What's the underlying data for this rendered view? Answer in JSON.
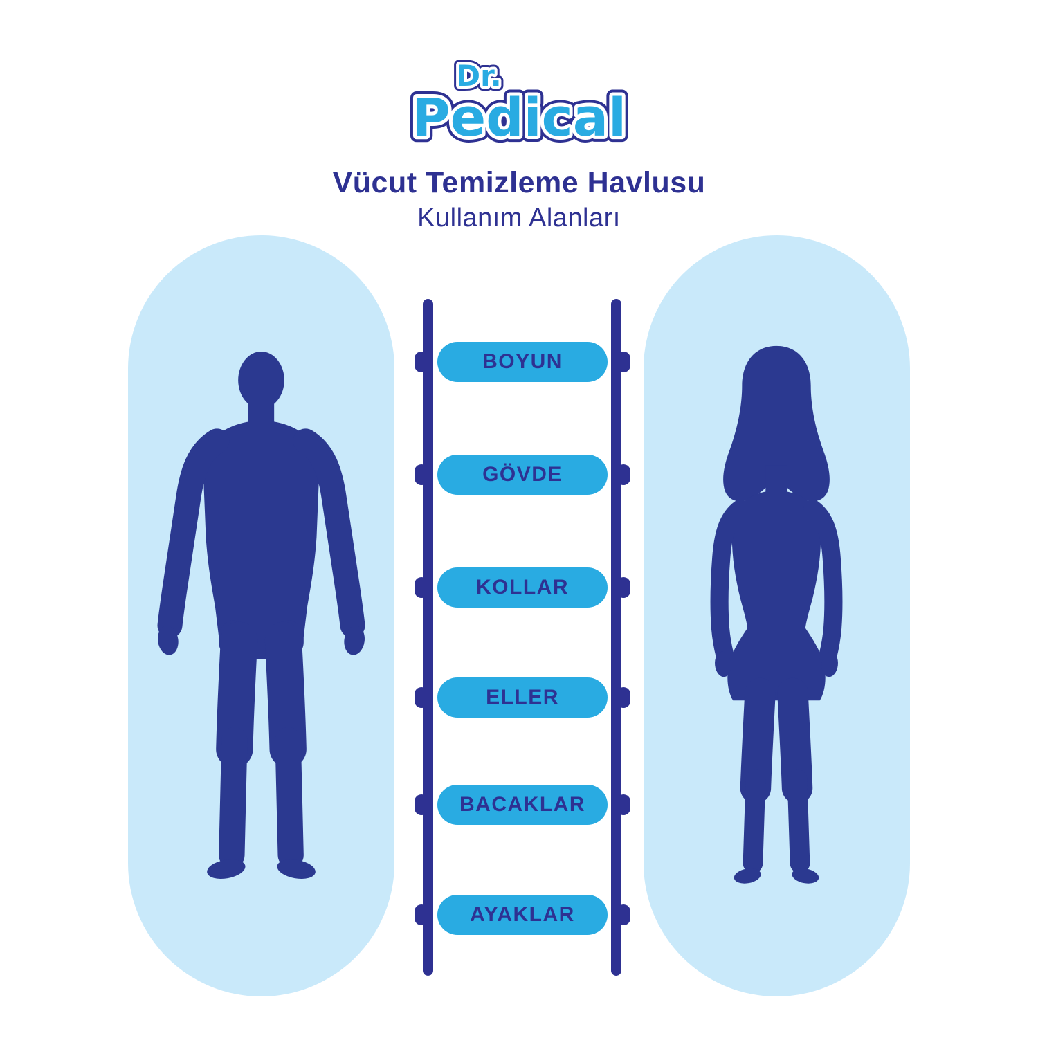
{
  "brand": {
    "prefix": "Dr.",
    "name": "Pedical"
  },
  "header": {
    "title": "Vücut Temizleme Havlusu",
    "subtitle": "Kullanım Alanları"
  },
  "body_areas": [
    "BOYUN",
    "GÖVDE",
    "KOLLAR",
    "ELLER",
    "BACAKLAR",
    "AYAKLAR"
  ],
  "figures": {
    "left": "male-silhouette",
    "right": "female-silhouette"
  },
  "colors": {
    "navy": "#2E3192",
    "silhouette_navy": "#2B3990",
    "pill_blue": "#29ABE2",
    "panel_light_blue": "#C9E9FA",
    "background": "#FFFFFF"
  }
}
